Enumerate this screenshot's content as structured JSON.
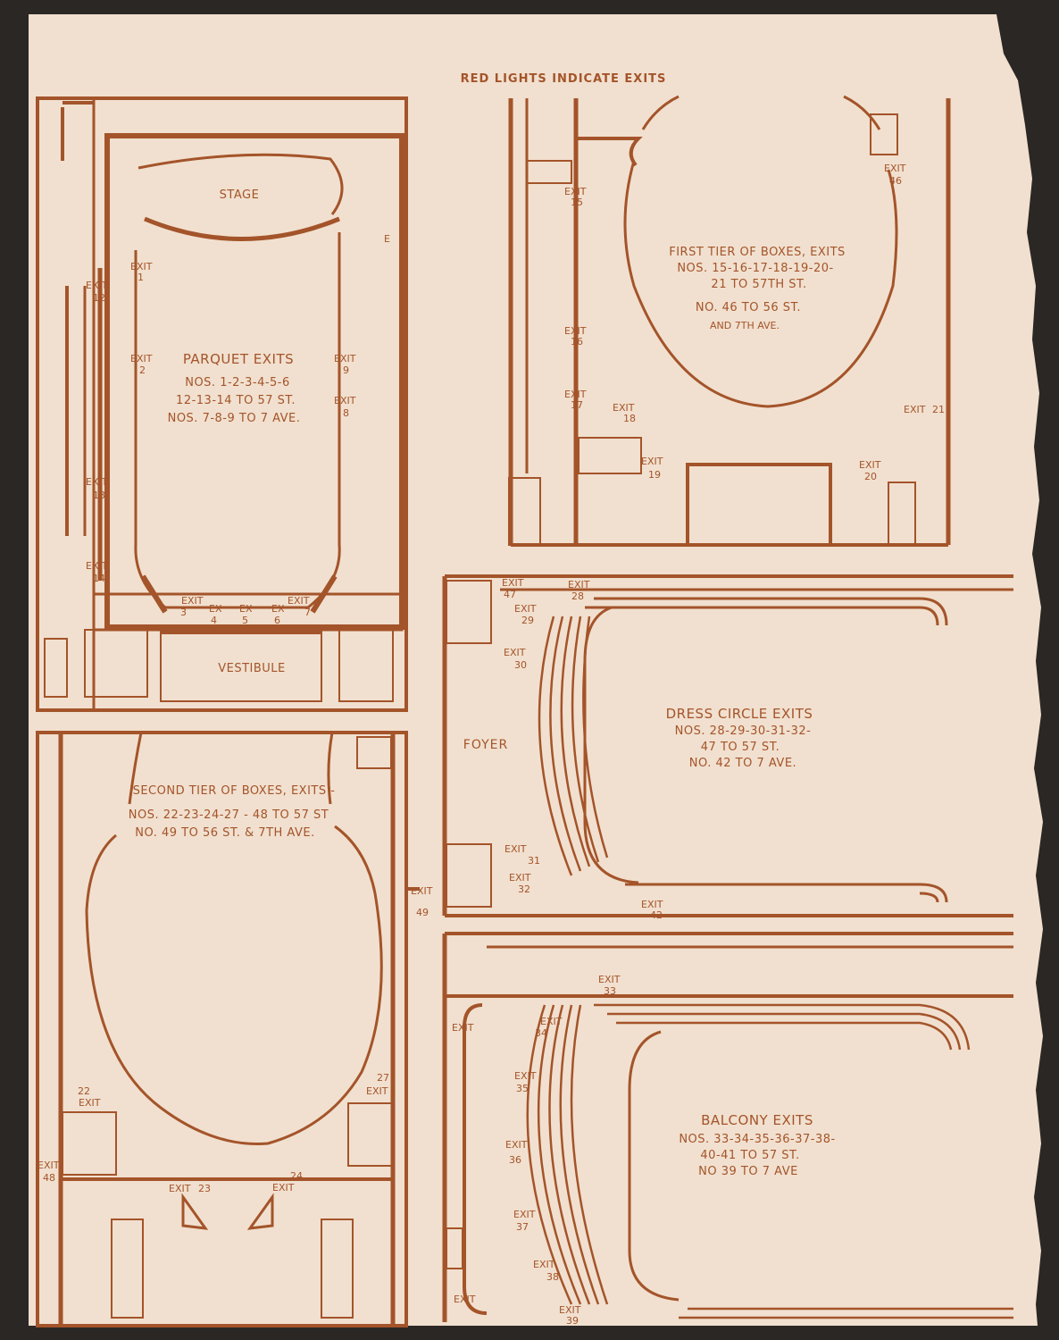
{
  "header": "RED LIGHTS INDICATE EXITS",
  "colors": {
    "ink": "#a4542a",
    "paper": "#f1e0cf",
    "background": "#2b2725"
  },
  "parquet": {
    "stage_label": "STAGE",
    "vestibule_label": "VESTIBULE",
    "title": "PARQUET EXITS",
    "lines": [
      "NOS. 1-2-3-4-5-6",
      "12-13-14 TO 57 ST.",
      "NOS. 7-8-9 TO 7 AVE."
    ],
    "marker_e": "E",
    "exits": [
      {
        "label": "EXIT",
        "num": "1"
      },
      {
        "label": "EXIT",
        "num": "2"
      },
      {
        "label": "EXIT",
        "num": "12"
      },
      {
        "label": "EXIT",
        "num": "13"
      },
      {
        "label": "EXIT",
        "num": "14"
      },
      {
        "label": "EXIT",
        "num": "9"
      },
      {
        "label": "EXIT",
        "num": "8"
      },
      {
        "label": "EXIT",
        "num": "3"
      },
      {
        "label": "EX",
        "num": "4"
      },
      {
        "label": "EX",
        "num": "5"
      },
      {
        "label": "EX",
        "num": "6"
      },
      {
        "label": "EXIT",
        "num": "7"
      }
    ]
  },
  "first_tier": {
    "title": "FIRST TIER OF BOXES, EXITS",
    "lines": [
      "NOS. 15-16-17-18-19-20-",
      "21 TO 57TH ST.",
      "NO. 46 TO 56 ST.",
      "AND 7TH AVE."
    ],
    "exits": [
      {
        "label": "EXIT",
        "num": "15"
      },
      {
        "label": "EXIT",
        "num": "16"
      },
      {
        "label": "EXIT",
        "num": "17"
      },
      {
        "label": "EXIT",
        "num": "18"
      },
      {
        "label": "EXIT",
        "num": "19"
      },
      {
        "label": "EXIT",
        "num": "46"
      },
      {
        "label": "EXIT",
        "num": "21"
      },
      {
        "label": "EXIT",
        "num": "20"
      }
    ]
  },
  "second_tier": {
    "title": "SECOND TIER OF BOXES, EXITS -",
    "lines": [
      "NOS. 22-23-24-27 - 48 TO 57 ST",
      "NO. 49 TO 56 ST. & 7TH AVE."
    ],
    "exits": [
      {
        "label": "EXIT",
        "num": "22"
      },
      {
        "label": "EXIT",
        "num": "27"
      },
      {
        "label": "EXIT",
        "num": "48"
      },
      {
        "label": "EXIT",
        "num": "23"
      },
      {
        "label": "EXIT",
        "num": "24"
      },
      {
        "label": "EXIT",
        "num": "49"
      }
    ]
  },
  "dress_circle": {
    "foyer_label": "FOYER",
    "title": "DRESS CIRCLE EXITS",
    "lines": [
      "NOS. 28-29-30-31-32-",
      "47 TO 57 ST.",
      "NO. 42 TO 7 AVE."
    ],
    "exits": [
      {
        "label": "EXIT",
        "num": "47"
      },
      {
        "label": "EXIT",
        "num": "28"
      },
      {
        "label": "EXIT",
        "num": "29"
      },
      {
        "label": "EXIT",
        "num": "30"
      },
      {
        "label": "EXIT",
        "num": "31"
      },
      {
        "label": "EXIT",
        "num": "32"
      },
      {
        "label": "EXIT",
        "num": "42"
      }
    ]
  },
  "balcony": {
    "title": "BALCONY EXITS",
    "lines": [
      "NOS. 33-34-35-36-37-38-",
      "40-41 TO 57 ST.",
      "NO 39 TO 7 AVE"
    ],
    "exits": [
      {
        "label": "EXIT",
        "num": "33"
      },
      {
        "label": "EXIT",
        "num": ""
      },
      {
        "label": "EXIT",
        "num": "34"
      },
      {
        "label": "EXIT",
        "num": "35"
      },
      {
        "label": "EXIT",
        "num": "36"
      },
      {
        "label": "EXIT",
        "num": "37"
      },
      {
        "label": "EXIT",
        "num": "38"
      },
      {
        "label": "EXIT",
        "num": ""
      },
      {
        "label": "EXIT",
        "num": "39"
      }
    ]
  }
}
